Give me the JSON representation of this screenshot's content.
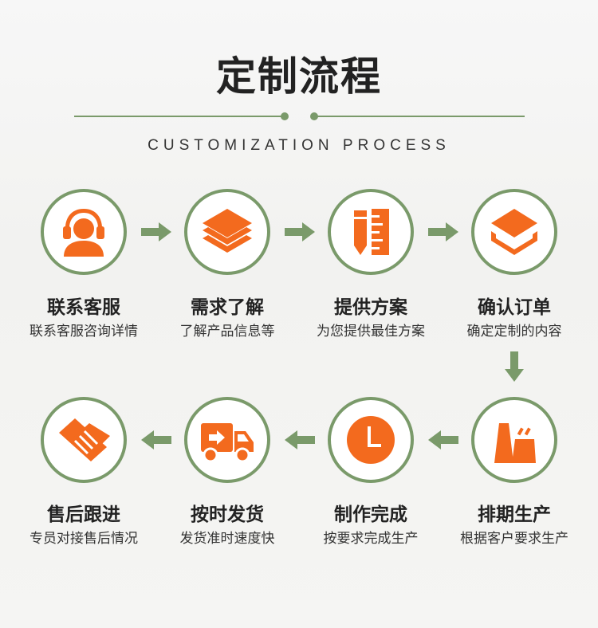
{
  "header": {
    "title": "定制流程",
    "subtitle": "CUSTOMIZATION PROCESS"
  },
  "colors": {
    "accent_green": "#7a9a6a",
    "icon_orange": "#f36a1e"
  },
  "steps": [
    {
      "label": "联系客服",
      "desc": "联系客服咨询详情",
      "icon": "headset-person-icon"
    },
    {
      "label": "需求了解",
      "desc": "了解产品信息等",
      "icon": "layers-icon"
    },
    {
      "label": "提供方案",
      "desc": "为您提供最佳方案",
      "icon": "pencil-ruler-icon"
    },
    {
      "label": "确认订单",
      "desc": "确定定制的内容",
      "icon": "layers-box-icon"
    },
    {
      "label": "排期生产",
      "desc": "根据客户要求生产",
      "icon": "factory-icon"
    },
    {
      "label": "制作完成",
      "desc": "按要求完成生产",
      "icon": "clock-icon"
    },
    {
      "label": "按时发货",
      "desc": "发货准时速度快",
      "icon": "delivery-truck-icon"
    },
    {
      "label": "售后跟进",
      "desc": "专员对接售后情况",
      "icon": "handshake-icon"
    }
  ]
}
